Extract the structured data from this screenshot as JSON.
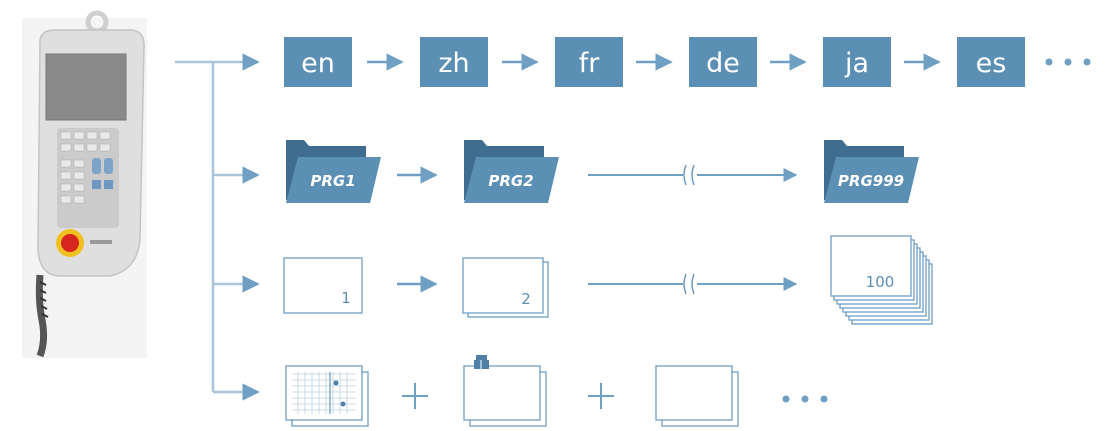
{
  "colors": {
    "accent": "#5b8fb4",
    "line": "#a9c5da",
    "folder_back": "#3f6d8f",
    "pendant_body": "#dcdcdc"
  },
  "languages": [
    "en",
    "zh",
    "fr",
    "de",
    "ja",
    "es"
  ],
  "programs": [
    "PRG1",
    "PRG2",
    "PRG999"
  ],
  "pages": [
    "1",
    "2",
    "100"
  ],
  "icons": {
    "pendant": "teach-pendant-icon",
    "program": "folder-icon",
    "page": "page-stack-icon",
    "grid_page": "grid-page-icon",
    "clip_page": "clipped-page-icon",
    "blank_page": "blank-page-icon",
    "continuation": "ellipsis-icon",
    "gap": "break-mark-icon",
    "plus": "plus-icon"
  }
}
